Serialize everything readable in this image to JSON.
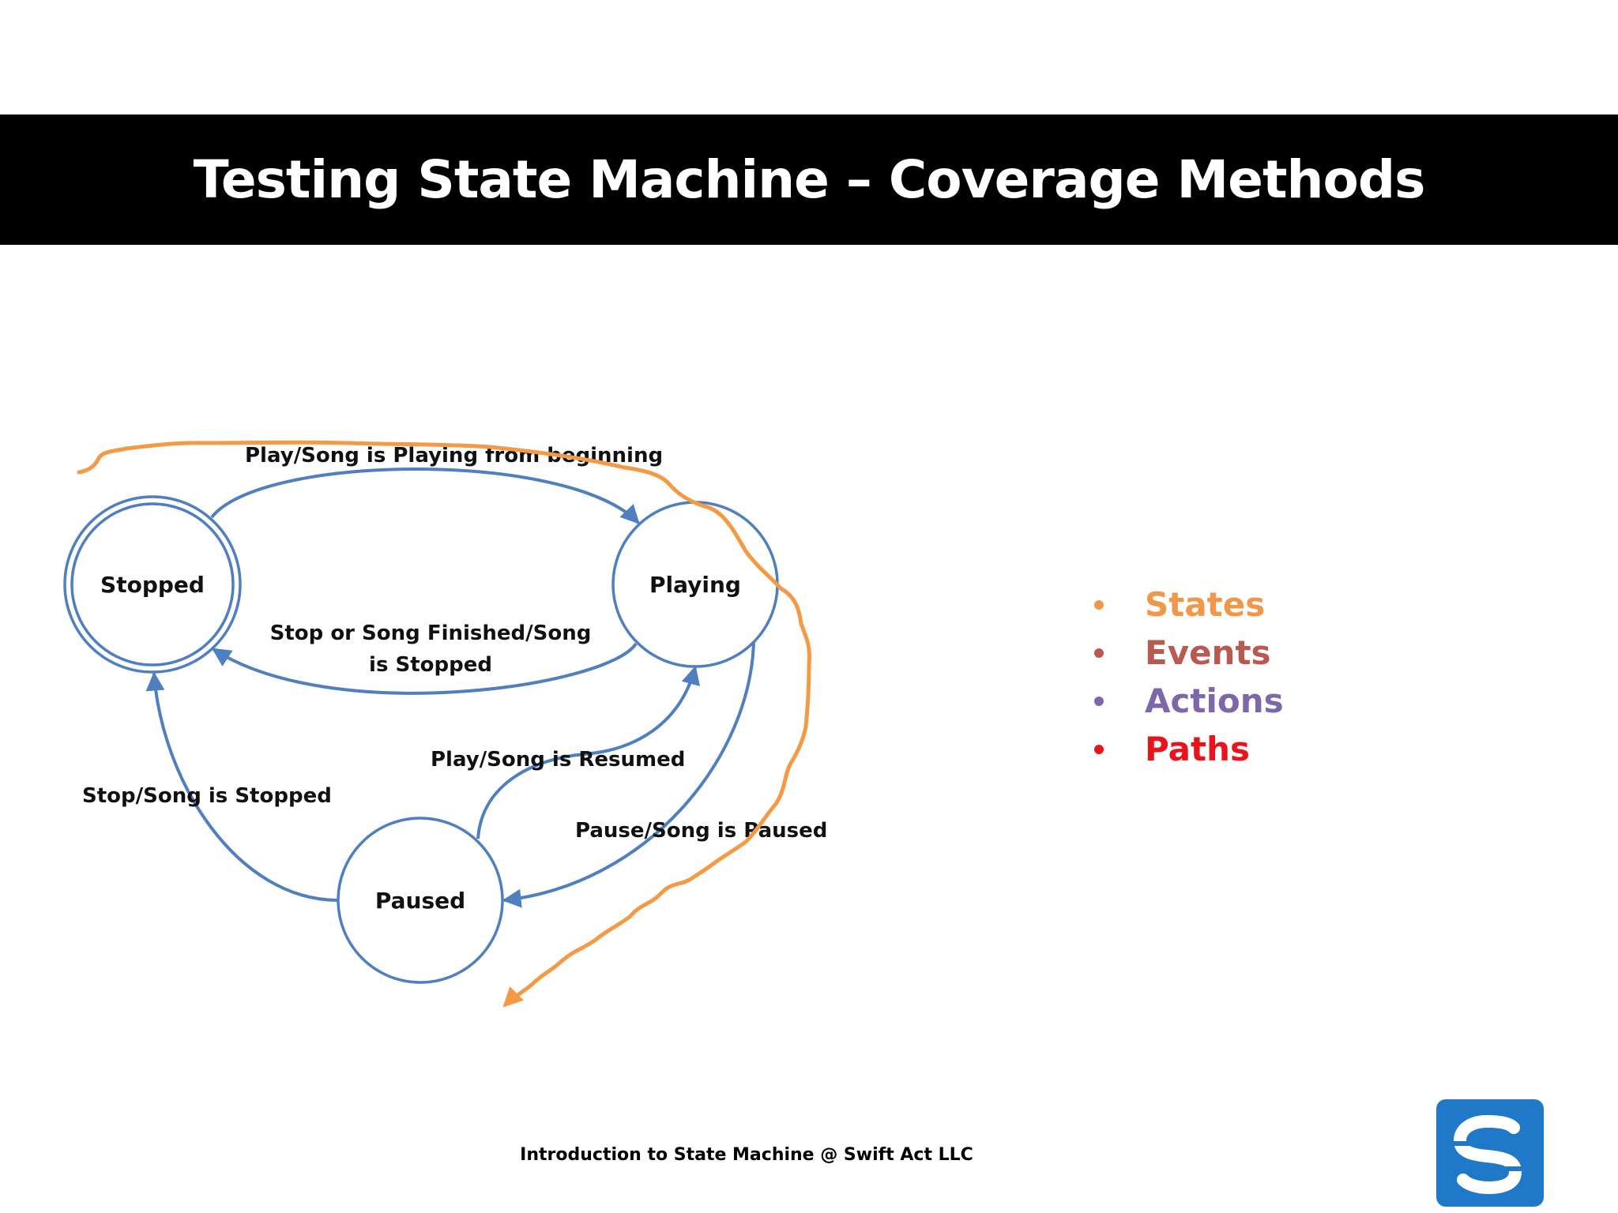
{
  "title": "Testing State Machine – Coverage Methods",
  "diagram": {
    "states": {
      "stopped": "Stopped",
      "playing": "Playing",
      "paused": "Paused"
    },
    "transitions": {
      "stopped_to_playing": "Play/Song is Playing from beginning",
      "playing_to_stopped_line1": "Stop or Song Finished/Song",
      "playing_to_stopped_line2": "is Stopped",
      "paused_to_playing": "Play/Song is Resumed",
      "paused_to_stopped": "Stop/Song is Stopped",
      "playing_to_paused": "Pause/Song is Paused"
    },
    "colors": {
      "state_stroke": "#4f7fbe",
      "path_highlight": "#f49a45"
    }
  },
  "bullets": [
    {
      "label": "States",
      "color": "#f0974a"
    },
    {
      "label": "Events",
      "color": "#b95a52"
    },
    {
      "label": "Actions",
      "color": "#7e67a8"
    },
    {
      "label": "Paths",
      "color": "#e8141b"
    }
  ],
  "footer": "Introduction to State Machine @ Swift Act LLC",
  "logo": {
    "icon": "swift-act-logo-icon",
    "color": "#1f78c8"
  }
}
